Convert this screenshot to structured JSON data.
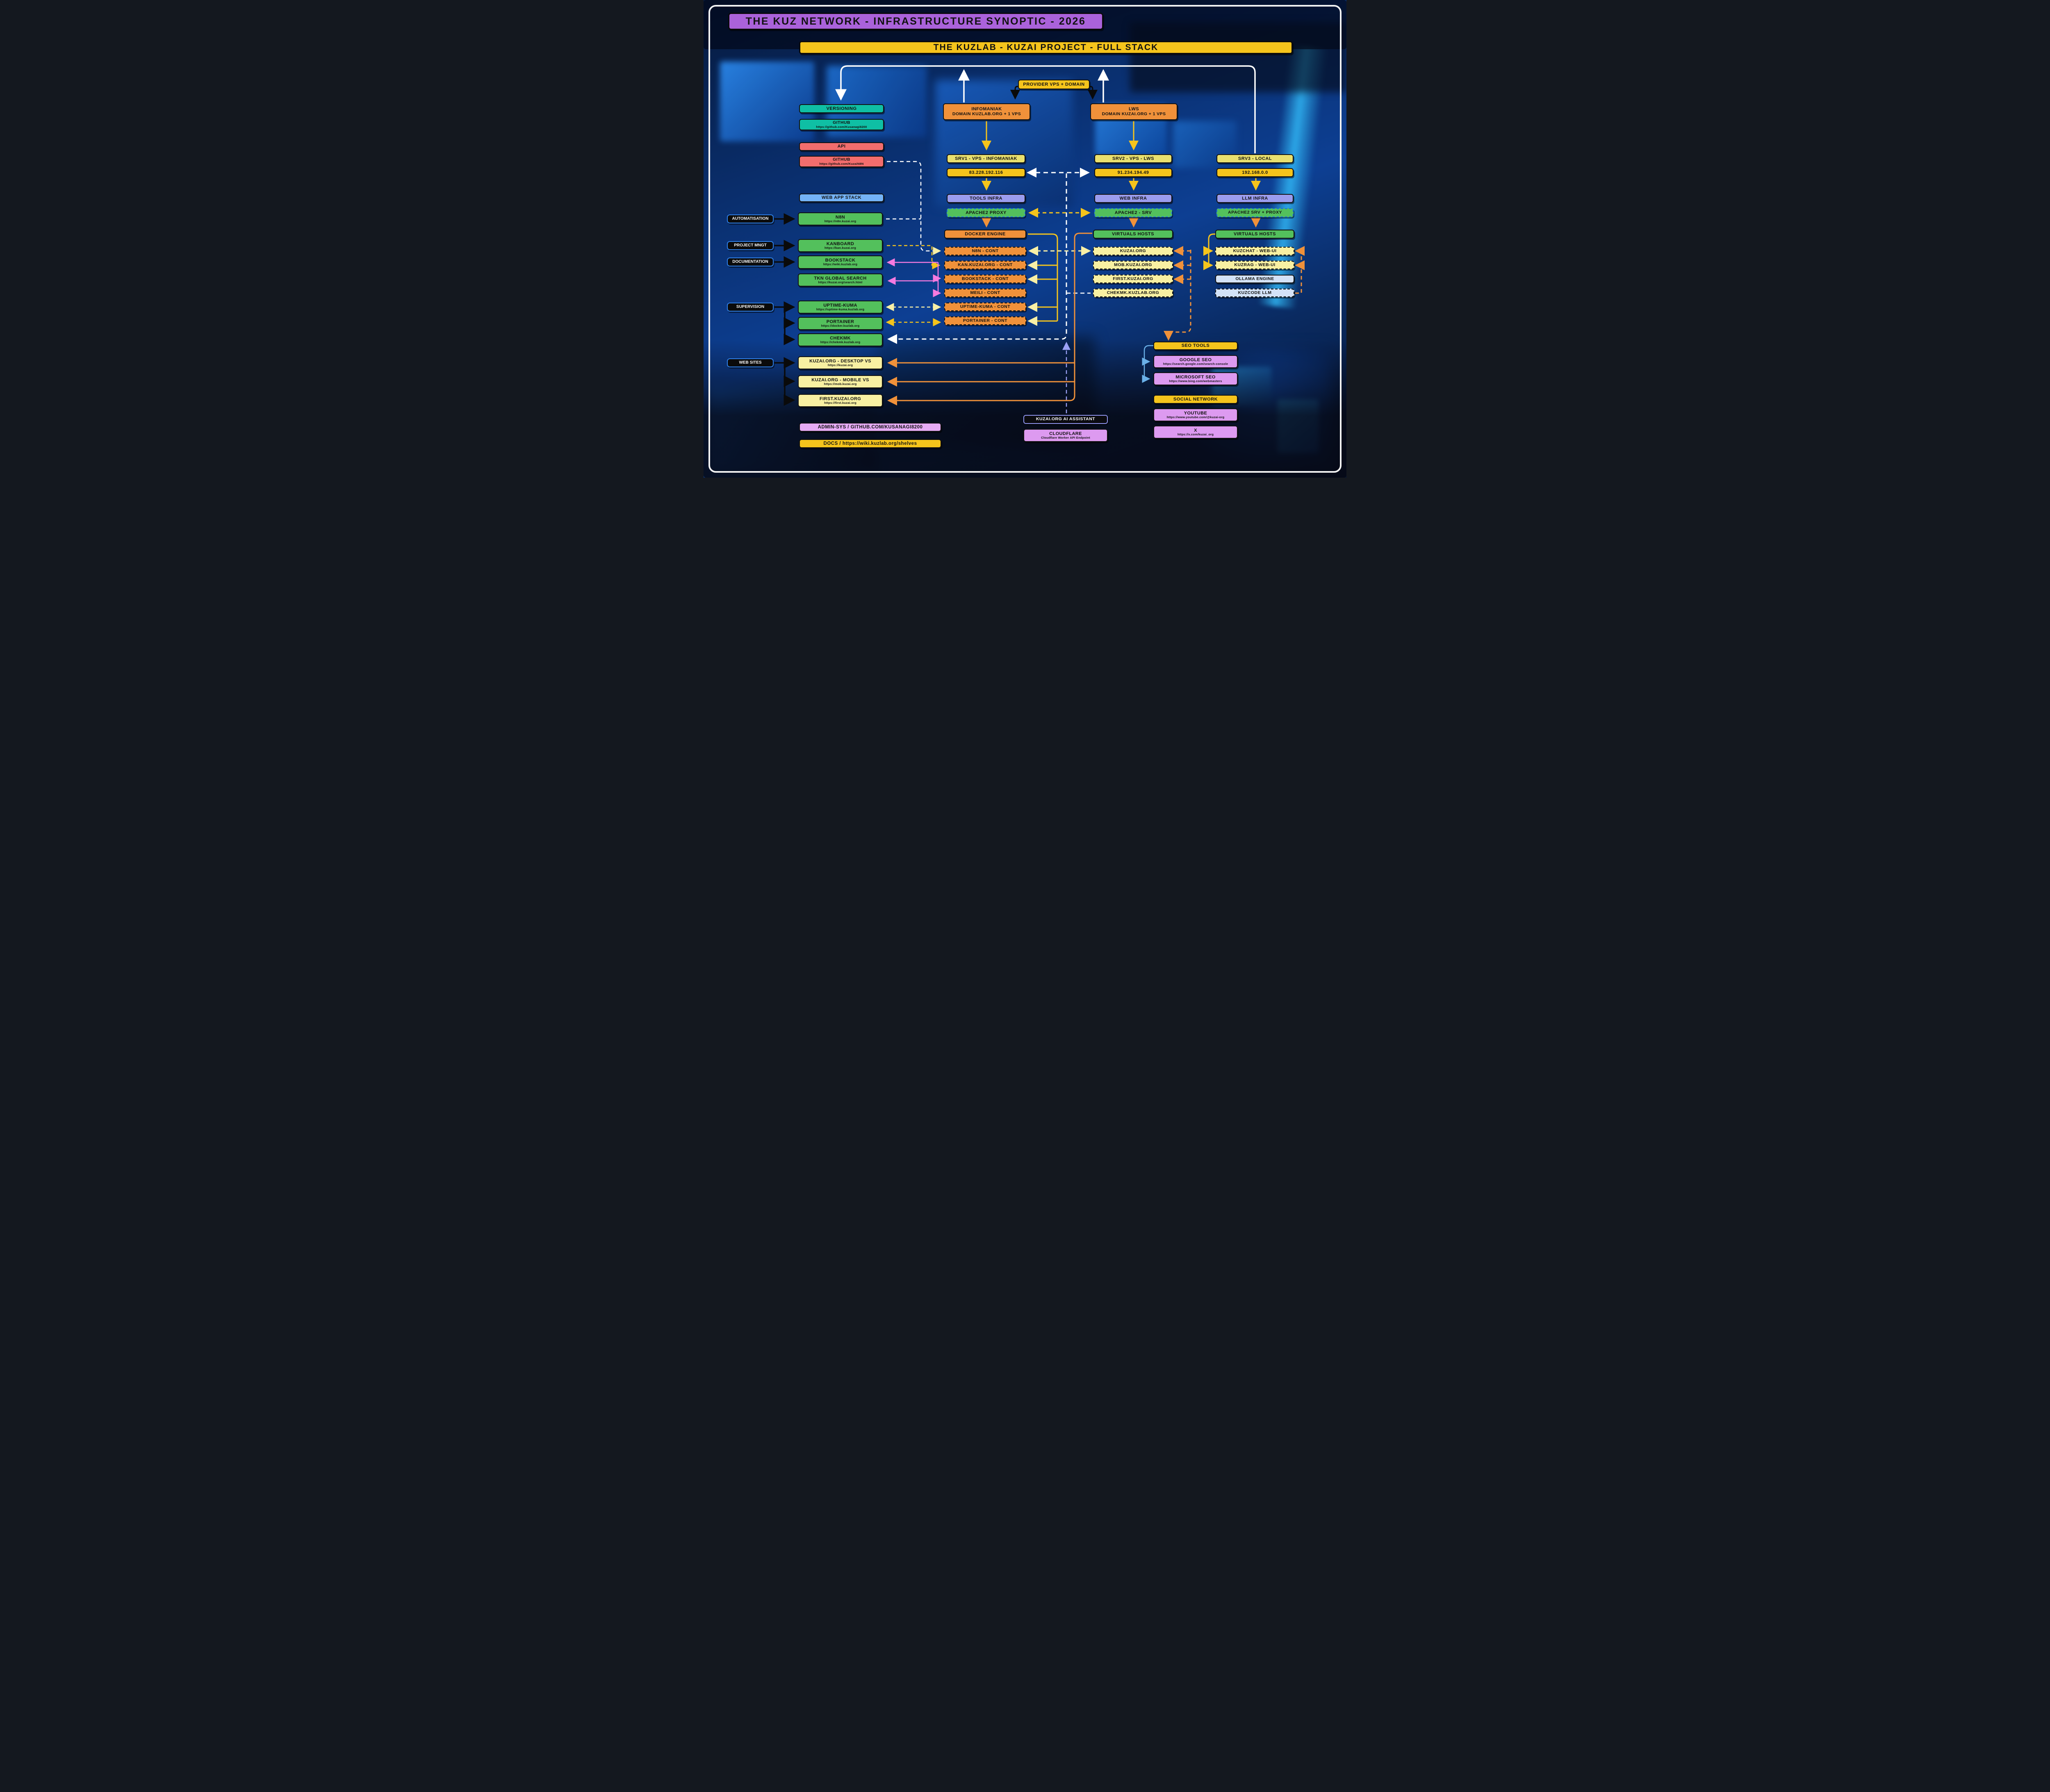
{
  "title": "THE KUZ NETWORK - INFRASTRUCTURE SYNOPTIC - 2026",
  "banner": "THE KUZLAB - KUZAI PROJECT - FULL STACK",
  "provider": {
    "label": "PROVIDER VPS + DOMAIN"
  },
  "infomaniak": {
    "name": "INFOMANIAK",
    "domain": "DOMAIN KUZLAB.ORG + 1 VPS"
  },
  "lws": {
    "name": "LWS",
    "domain": "DOMAIN KUZAI.ORG + 1 VPS"
  },
  "left": {
    "versioning": "VERSIONING",
    "github_main": {
      "title": "GITHUB",
      "url": "https://github.com/Kusanagi8200"
    },
    "api": "API",
    "github_n8n": {
      "title": "GITHUB",
      "url": "https://github.com/KuzaiN8N"
    },
    "web_app_stack": "WEB APP STACK",
    "labels": {
      "automatisation": "AUTOMATISATION",
      "project_mngt": "PROJECT MNGT",
      "documentation": "DOCUMENTATION",
      "supervision": "SUPERVISION",
      "web_sites": "WEB SITES"
    },
    "apps": {
      "n8n": {
        "title": "N8N",
        "url": "https://n8n.kuzai.org"
      },
      "kanboard": {
        "title": "KANBOARD",
        "url": "https://kan.kuzai.org"
      },
      "bookstack": {
        "title": "BOOKSTACK",
        "url": "https://wiki.kuzlab.org"
      },
      "tkn": {
        "title": "TKN GLOBAL SEARCH",
        "url": "https://kuzai.org/search.html"
      },
      "uptime": {
        "title": "UPTIME-KUMA",
        "url": "https://uptime-kuma.kuzlab.org"
      },
      "portainer": {
        "title": "PORTAINER",
        "url": "https://docker.kuzlab.org"
      },
      "chekmk": {
        "title": "CHEKMK",
        "url": "https://chekmk.kuzlab.org"
      }
    },
    "websites": {
      "desktop": {
        "title": "KUZAI.ORG - DESKTOP VS",
        "url": "https://kuzai.org"
      },
      "mobile": {
        "title": "KUZAI.ORG - MOBILE VS",
        "url": "https://mob.kuzai.org"
      },
      "first": {
        "title": "FIRST.KUZAI.ORG",
        "url": "https://first.kuzai.org"
      }
    },
    "admin": "ADMIN-SYS / GITHUB.COM/KUSANAGI8200",
    "docs": "DOCS / https://wiki.kuzlab.org/shelves"
  },
  "srv1": {
    "header": "SRV1 - VPS - INFOMANIAK",
    "ip": "83.228.192.116",
    "infra": "TOOLS INFRA",
    "apache": "APACHE2 PROXY",
    "docker": "DOCKER ENGINE",
    "containers": [
      "N8N - CONT",
      "KAN.KUZAI.ORG - CONT",
      "BOOKSTACK - CONT",
      "MEILI - CONT",
      "UPTIME-KUMA - CONT",
      "PORTAINER - CONT"
    ]
  },
  "srv2": {
    "header": "SRV2 - VPS - LWS",
    "ip": "91.234.194.49",
    "infra": "WEB INFRA",
    "apache": "APACHE2 - SRV",
    "vhosts_title": "VIRTUALS HOSTS",
    "vhosts": [
      "KUZAI.ORG",
      "MOB.KUZAI.ORG",
      "FIRST.KUZAI.ORG",
      "CHEKMK.KUZLAB.ORG"
    ]
  },
  "srv3": {
    "header": "SRV3 - LOCAL",
    "ip": "192.168.0.0",
    "infra": "LLM INFRA",
    "apache": "APACHE2 SRV + PROXY",
    "vhosts_title": "VIRTUALS HOSTS",
    "kuzchat": "KUZCHAT - WEB-UI",
    "kuzrag": "KUZRAG - WEB-UI",
    "ollama": "OLLAMA ENGINE",
    "kuzcode": "KUZCODE LLM"
  },
  "seo": {
    "header": "SEO TOOLS",
    "google": {
      "title": "GOOGLE SEO",
      "url": "https://search.google.com/search-console"
    },
    "microsoft": {
      "title": "MICROSOFT SEO",
      "url": "https://www.bing.com/webmasters"
    }
  },
  "social": {
    "header": "SOCIAL NETWORK",
    "youtube": {
      "title": "YOUTUBE",
      "url": "https://www.youtube.com/@kuzai-org"
    },
    "x": {
      "title": "X",
      "url": "https://x.com/kuzai_org"
    }
  },
  "assistant": {
    "label": "KUZAI.ORG AI ASSISTANT"
  },
  "cloudflare": {
    "title": "CLOUDFLARE",
    "subtitle": "Cloudflare Worker API Endpoint"
  },
  "colors": {
    "title_purple": "#aa62da",
    "banner_gold": "#f5c41c",
    "teal": "#0fbfa4",
    "salmon": "#f26d6d",
    "green": "#53c05c",
    "orange": "#f0913a",
    "khaki": "#e9e06e",
    "periwinkle": "#9b9cee",
    "pale_yellow": "#f8f0a2",
    "violet": "#dd9af0",
    "ice_blue": "#d3e2f7",
    "label_border_blue": "#2e7fe8",
    "wire_white": "#ffffff",
    "wire_yellow": "#f5c41c",
    "wire_pale_yellow": "#f8efa6",
    "wire_orange": "#f0913a",
    "wire_pink": "#f57ae0",
    "wire_blue": "#6ab0e8",
    "wire_lavender": "#9aa0f5"
  }
}
